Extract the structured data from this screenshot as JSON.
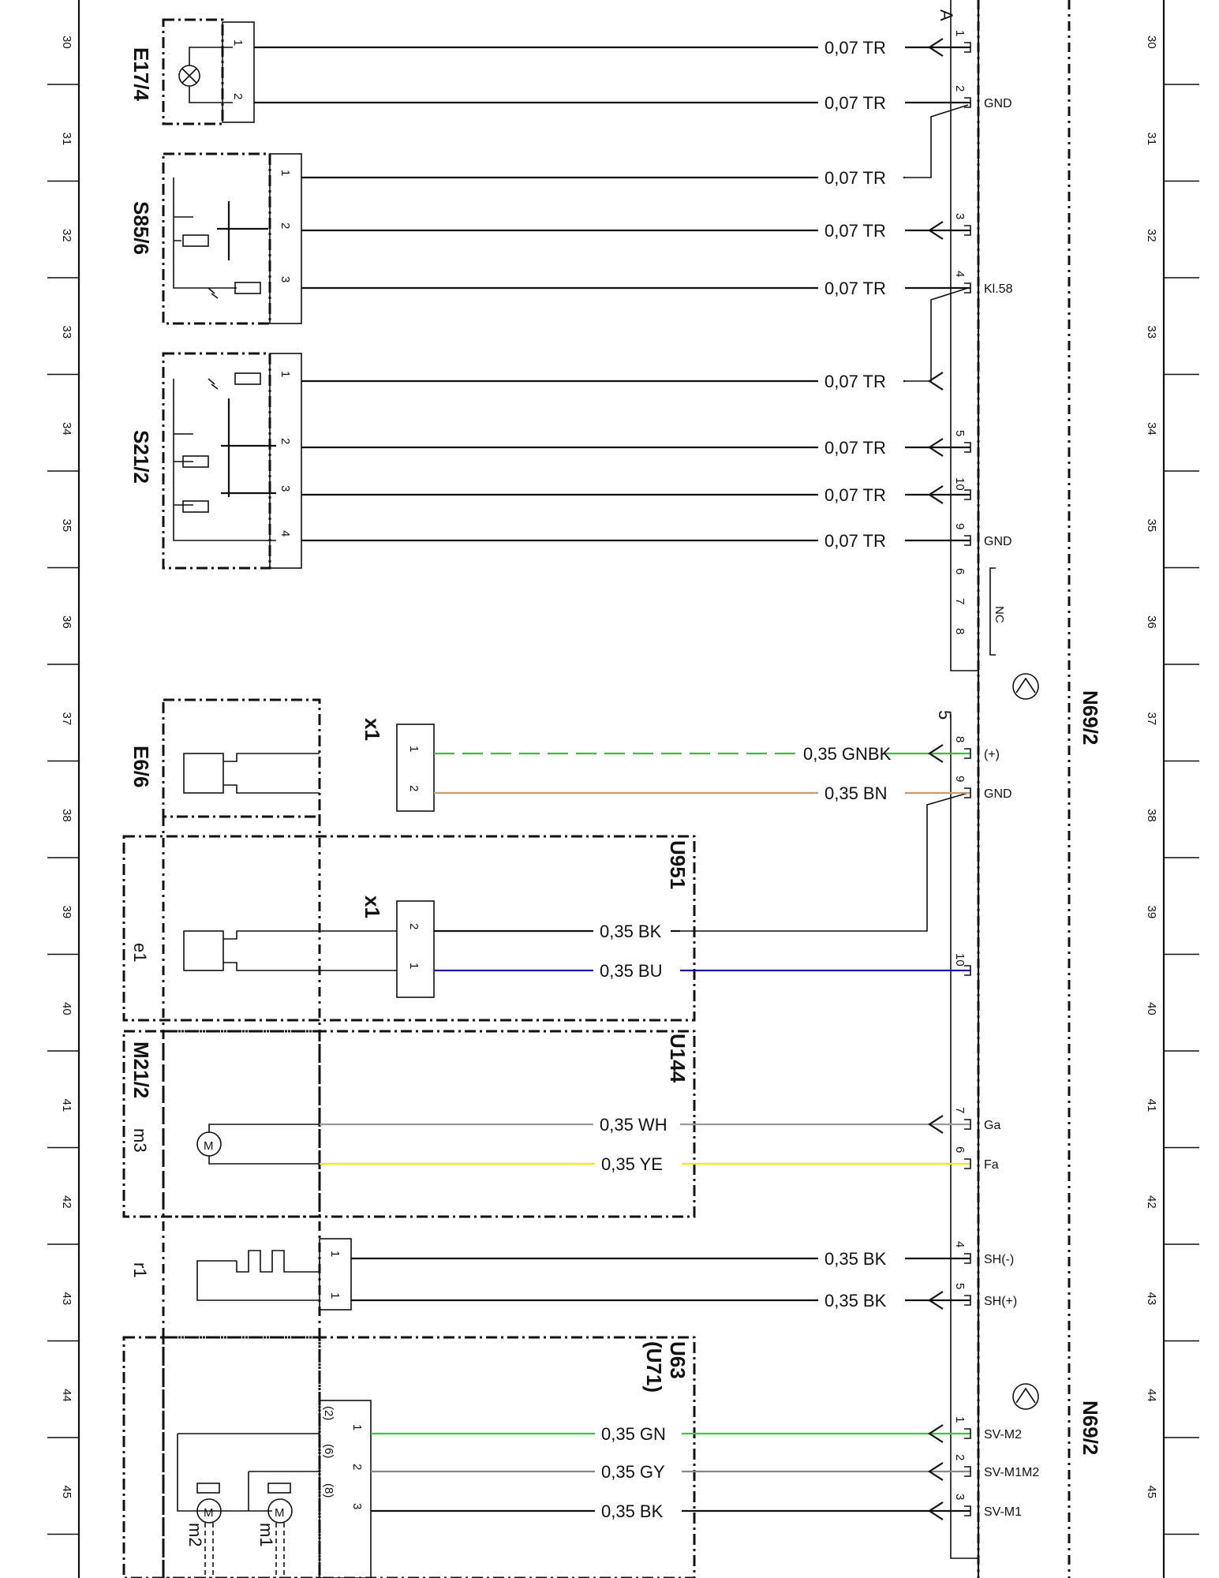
{
  "colors": {
    "line": "#111111",
    "green_black": "#3dbb3d",
    "brown": "#c89c72",
    "blue": "#1a1aa8",
    "white": "#999999",
    "yellow": "#f2ec00",
    "green": "#33cc33",
    "grey": "#888888"
  },
  "grid": {
    "rows": [
      "30",
      "31",
      "32",
      "33",
      "34",
      "35",
      "36",
      "37",
      "38",
      "39",
      "40",
      "41",
      "42",
      "43",
      "44",
      "45"
    ]
  },
  "labels": {
    "module": "N69/2",
    "connector_a": "A",
    "x1": "x1",
    "nc": "NC"
  },
  "components": {
    "e17_4": "E17/4",
    "s85_6": "S85/6",
    "s21_2": "S21/2",
    "e6_6": "E6/6",
    "u951": "U951",
    "e1": "e1",
    "u144": "U144",
    "m21_2": "M21/2",
    "m3": "m3",
    "r1": "r1",
    "u63": "U63",
    "u71": "(U71)",
    "m1": "m1",
    "m2": "m2"
  },
  "wires": [
    {
      "gauge_color": "0,07  TR",
      "pin": "1",
      "signal": ""
    },
    {
      "gauge_color": "0,07  TR",
      "pin": "2",
      "signal": "GND"
    },
    {
      "gauge_color": "0,07  TR",
      "pin": "",
      "signal": ""
    },
    {
      "gauge_color": "0,07  TR",
      "pin": "3",
      "signal": ""
    },
    {
      "gauge_color": "0,07  TR",
      "pin": "4",
      "signal": "Kl.58"
    },
    {
      "gauge_color": "0,07  TR",
      "pin": "",
      "signal": ""
    },
    {
      "gauge_color": "0,07  TR",
      "pin": "5",
      "signal": ""
    },
    {
      "gauge_color": "0,07  TR",
      "pin": "10",
      "signal": ""
    },
    {
      "gauge_color": "0,07  TR",
      "pin": "9",
      "signal": "GND"
    },
    {
      "gauge_color": "0,35  GNBK",
      "pin": "8",
      "signal": "(+)"
    },
    {
      "gauge_color": "0,35  BN",
      "pin": "9",
      "signal": "GND"
    },
    {
      "gauge_color": "0,35  BK",
      "pin": "",
      "signal": ""
    },
    {
      "gauge_color": "0,35  BU",
      "pin": "10",
      "signal": ""
    },
    {
      "gauge_color": "0,35  WH",
      "pin": "7",
      "signal": "Ga"
    },
    {
      "gauge_color": "0,35  YE",
      "pin": "6",
      "signal": "Fa"
    },
    {
      "gauge_color": "0,35  BK",
      "pin": "4",
      "signal": "SH(-)"
    },
    {
      "gauge_color": "0,35  BK",
      "pin": "5",
      "signal": "SH(+)"
    },
    {
      "gauge_color": "0,35  GN",
      "pin": "1",
      "signal": "SV-M2"
    },
    {
      "gauge_color": "0,35  GY",
      "pin": "2",
      "signal": "SV-M1M2"
    },
    {
      "gauge_color": "0,35  BK",
      "pin": "3",
      "signal": "SV-M1"
    }
  ],
  "nc_pins": [
    "6",
    "7",
    "8"
  ],
  "connector_b_pin": "5",
  "left_pins": {
    "e17_4": [
      "1",
      "2"
    ],
    "s85_6": [
      "1",
      "2",
      "3"
    ],
    "s21_2": [
      "1",
      "2",
      "3",
      "4"
    ],
    "e6_6": [
      "1",
      "2"
    ],
    "e1": [
      "2",
      "1"
    ],
    "r1": [
      "1",
      "1"
    ],
    "u63": [
      "(2)",
      "1",
      "(6)",
      "2",
      "(8)",
      "3"
    ]
  }
}
